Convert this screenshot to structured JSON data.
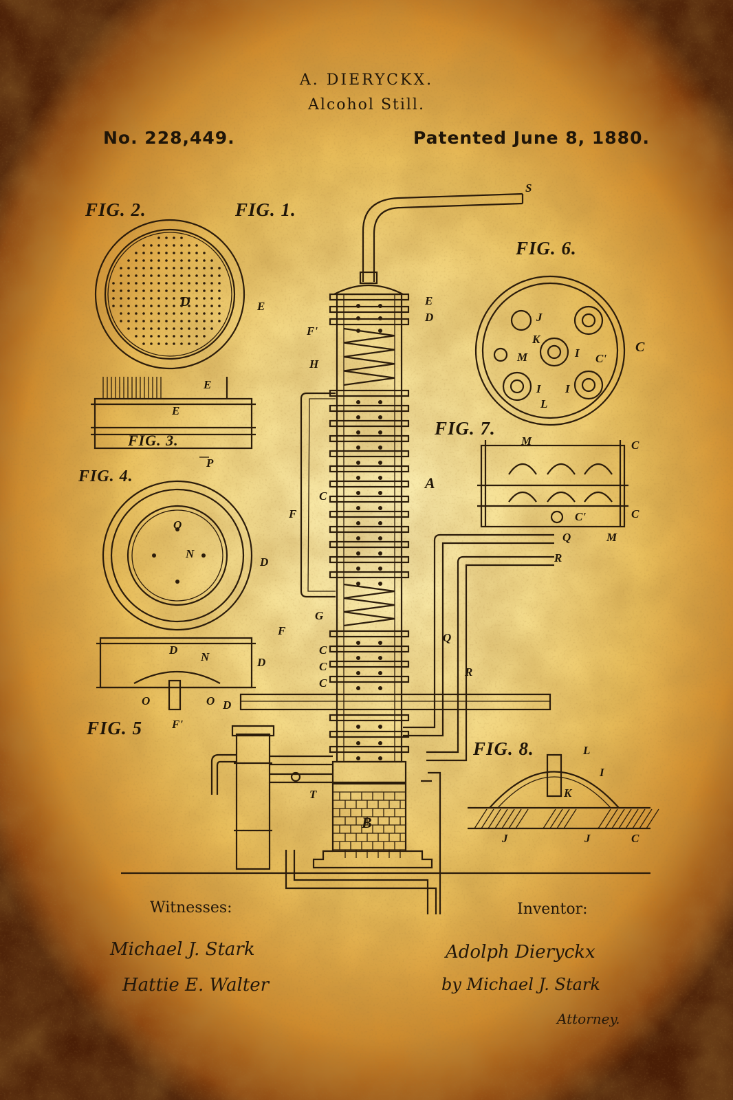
{
  "header": {
    "inventor_name": "A. DIERYCKX.",
    "title": "Alcohol Still.",
    "patent_number": "No. 228,449.",
    "patent_date": "Patented June 8, 1880."
  },
  "figures": {
    "fig1": "FIG. 1.",
    "fig2": "FIG. 2.",
    "fig3": "FIG. 3.",
    "fig4": "FIG. 4.",
    "fig5": "FIG. 5",
    "fig6": "FIG. 6.",
    "fig7": "FIG. 7.",
    "fig8": "FIG. 8."
  },
  "labels": {
    "S": "S",
    "E": "E",
    "D": "D",
    "F1": "F'",
    "H": "H",
    "A": "A",
    "F": "F",
    "C": "C",
    "G": "G",
    "Q": "Q",
    "M": "M",
    "R": "R",
    "B": "B",
    "T": "T",
    "P": "P",
    "N": "N",
    "O": "O",
    "I": "I",
    "K": "K",
    "L": "L",
    "J": "J",
    "C1": "C'"
  },
  "footer": {
    "witnesses_label": "Witnesses:",
    "inventor_label": "Inventor:",
    "witness1": "Michael J. Stark",
    "witness2": "Hattie E. Walter",
    "inventor_sig": "Adolph Dieryckx",
    "attorney_sig": "by Michael J. Stark",
    "attorney_label": "Attorney."
  },
  "colors": {
    "ink": "#2b1c0b",
    "parchment_light": "#fbf0b8",
    "parchment_mid": "#e9bf5c",
    "parchment_edge": "#8c4610"
  }
}
